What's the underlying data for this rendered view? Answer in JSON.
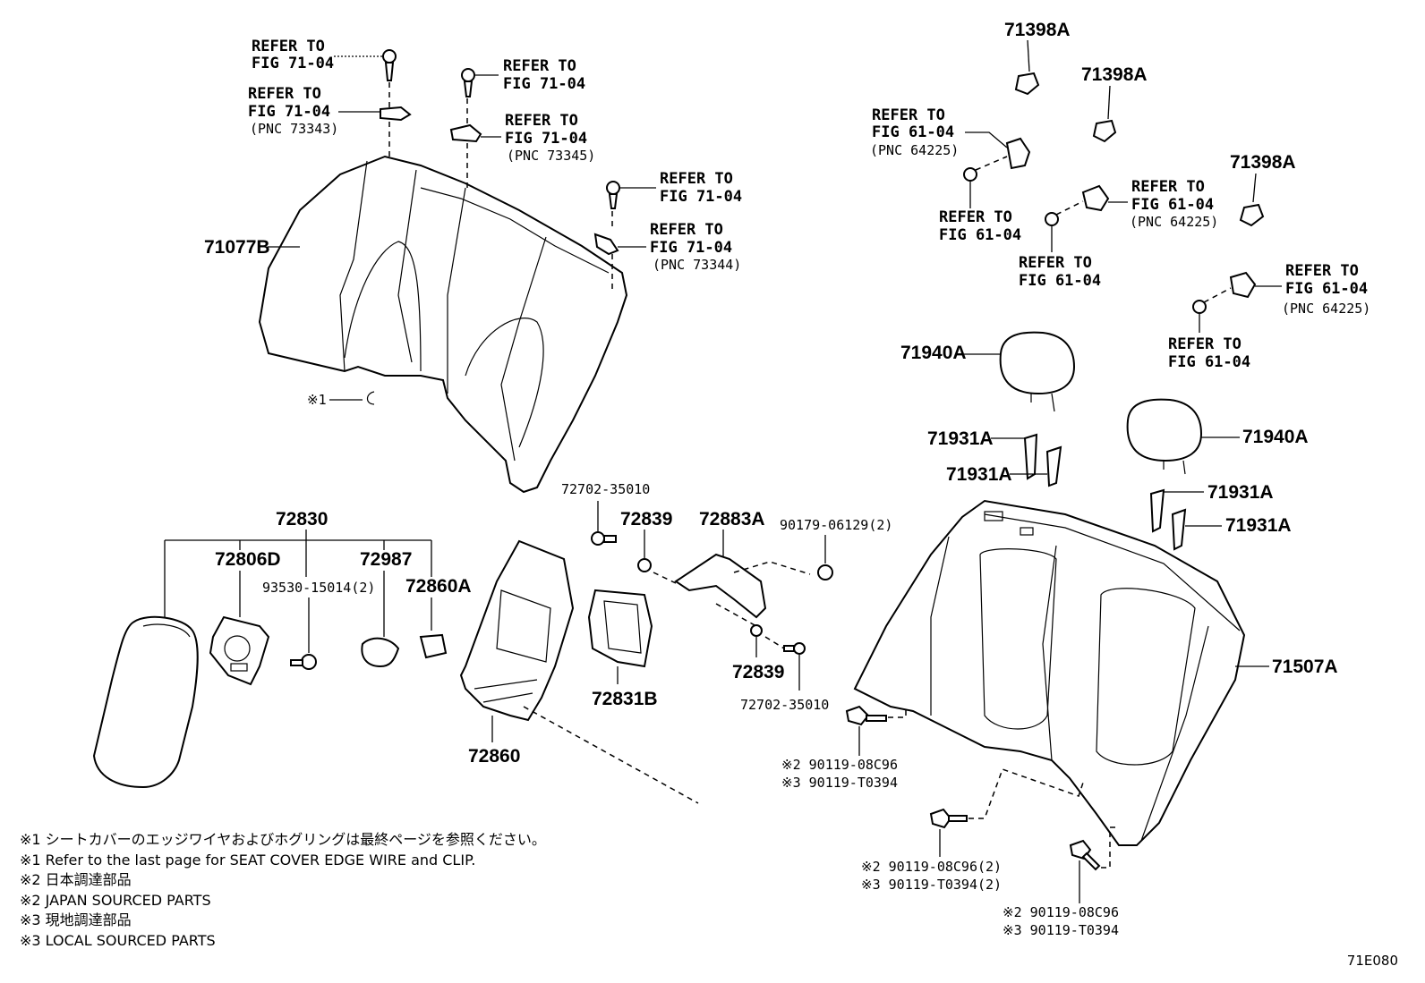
{
  "refs": {
    "refer_to": "REFER TO",
    "fig_71": "FIG 71-04",
    "fig_61": "FIG 61-04",
    "pnc_73343": "(PNC 73343)",
    "pnc_73345": "(PNC 73345)",
    "pnc_73344": "(PNC 73344)",
    "pnc_64225": "(PNC 64225)"
  },
  "parts": {
    "p71077B": "71077B",
    "mark1": "※1",
    "p71398A": "71398A",
    "p71940A": "71940A",
    "p71931A": "71931A",
    "p71507A": "71507A",
    "p72830": "72830",
    "p72806D": "72806D",
    "p72987": "72987",
    "p93530": "93530-15014(2)",
    "p72860A": "72860A",
    "p72860": "72860",
    "p72702": "72702-35010",
    "p72839": "72839",
    "p72883A": "72883A",
    "p90179": "90179-06129(2)",
    "p72831B": "72831B",
    "bolt_a2": "※2 90119-08C96",
    "bolt_a3": "※3 90119-T0394",
    "bolt_b2": "※2 90119-08C96(2)",
    "bolt_b3": "※3 90119-T0394(2)",
    "bolt_c2": "※2 90119-08C96",
    "bolt_c3": "※3 90119-T0394"
  },
  "notes": [
    "※1 シートカバーのエッジワイヤおよびホグリングは最終ページを参照ください。",
    "※1 Refer to the last page for SEAT COVER EDGE WIRE and CLIP.",
    "※2 日本調達部品",
    "※2 JAPAN SOURCED PARTS",
    "※3 現地調達部品",
    "※3 LOCAL SOURCED PARTS"
  ],
  "figure_code": "71E080"
}
